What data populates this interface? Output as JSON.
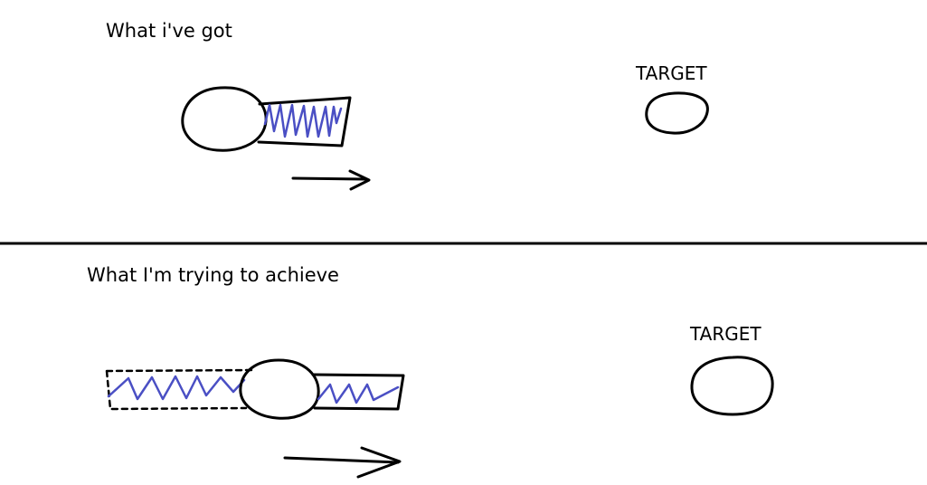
{
  "top_panel": {
    "caption": "What i've got",
    "target_label": "TARGET"
  },
  "bottom_panel": {
    "caption": "What I'm trying to achieve",
    "target_label": "TARGET"
  },
  "colors": {
    "ink": "#000000",
    "scribble": "#4a4fc4",
    "background": "#ffffff"
  }
}
